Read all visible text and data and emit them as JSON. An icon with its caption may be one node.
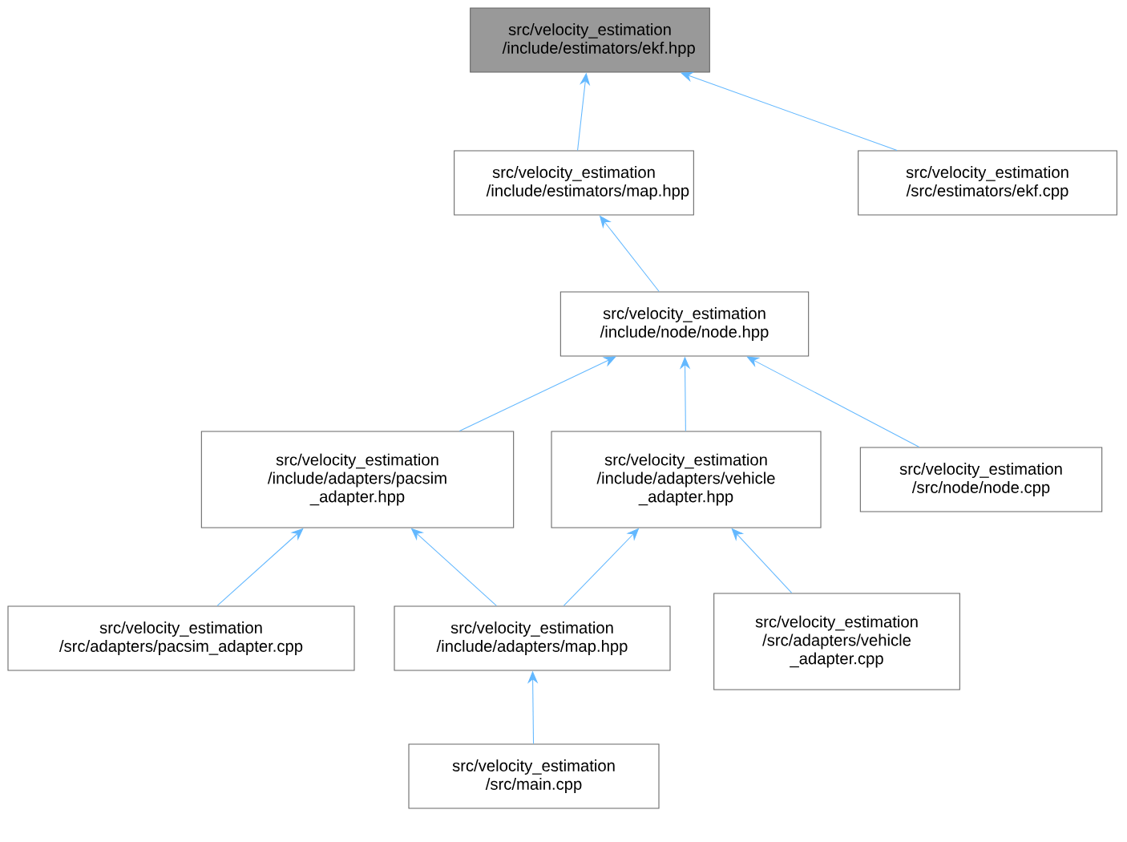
{
  "diagram": {
    "nodes": [
      {
        "text": [
          "src/velocity_estimation /include/estimators/ekf.hpp"
        ]
      },
      {
        "text": [
          "src/velocity_estimation /include/estimators/map.hpp"
        ]
      },
      {
        "text": [
          "src/velocity_estimation /include/node/node.hpp"
        ]
      },
      {
        "text": [
          "src/velocity_estimation /src/estimators/ekf.cpp"
        ]
      },
      {
        "text": [
          "src/velocity_estimation /include/adapters/pacsim _adapter.hpp"
        ]
      },
      {
        "text": [
          "src/velocity_estimation /include/adapters/vehicle _adapter.hpp"
        ]
      },
      {
        "text": [
          "src/velocity_estimation /src/node/node.cpp"
        ]
      },
      {
        "text": [
          "src/velocity_estimation /src/adapters/pacsim_adapter.cpp"
        ]
      },
      {
        "text": [
          "src/velocity_estimation /include/adapters/map.hpp"
        ]
      },
      {
        "text": [
          "src/velocity_estimation /src/adapters/vehicle _adapter.cpp"
        ]
      },
      {
        "text": [
          "src/velocity_estimation /src/main.cpp"
        ]
      }
    ],
    "edges": [
      {
        "from": 1,
        "to": 0,
        "arrow": "to"
      },
      {
        "from": 3,
        "to": 0,
        "arrow": "to"
      },
      {
        "from": 2,
        "to": 1,
        "arrow": "to"
      },
      {
        "from": 4,
        "to": 2,
        "arrow": "to"
      },
      {
        "from": 5,
        "to": 2,
        "arrow": "to"
      },
      {
        "from": 6,
        "to": 2,
        "arrow": "to"
      },
      {
        "from": 7,
        "to": 4,
        "arrow": "to"
      },
      {
        "from": 8,
        "to": 4,
        "arrow": "to"
      },
      {
        "from": 8,
        "to": 5,
        "arrow": "to"
      },
      {
        "from": 9,
        "to": 5,
        "arrow": "to"
      },
      {
        "from": 10,
        "to": 8,
        "arrow": "to"
      }
    ]
  }
}
